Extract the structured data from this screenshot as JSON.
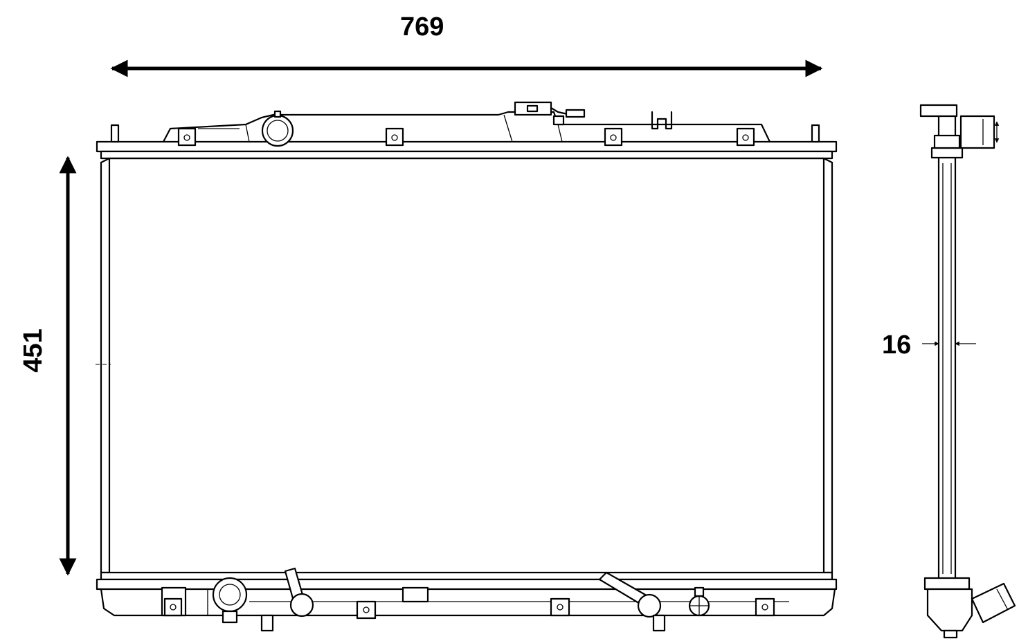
{
  "dimensions": {
    "width": "769",
    "height": "451",
    "depth": "16"
  },
  "colors": {
    "line": "#000000",
    "background": "#ffffff"
  }
}
